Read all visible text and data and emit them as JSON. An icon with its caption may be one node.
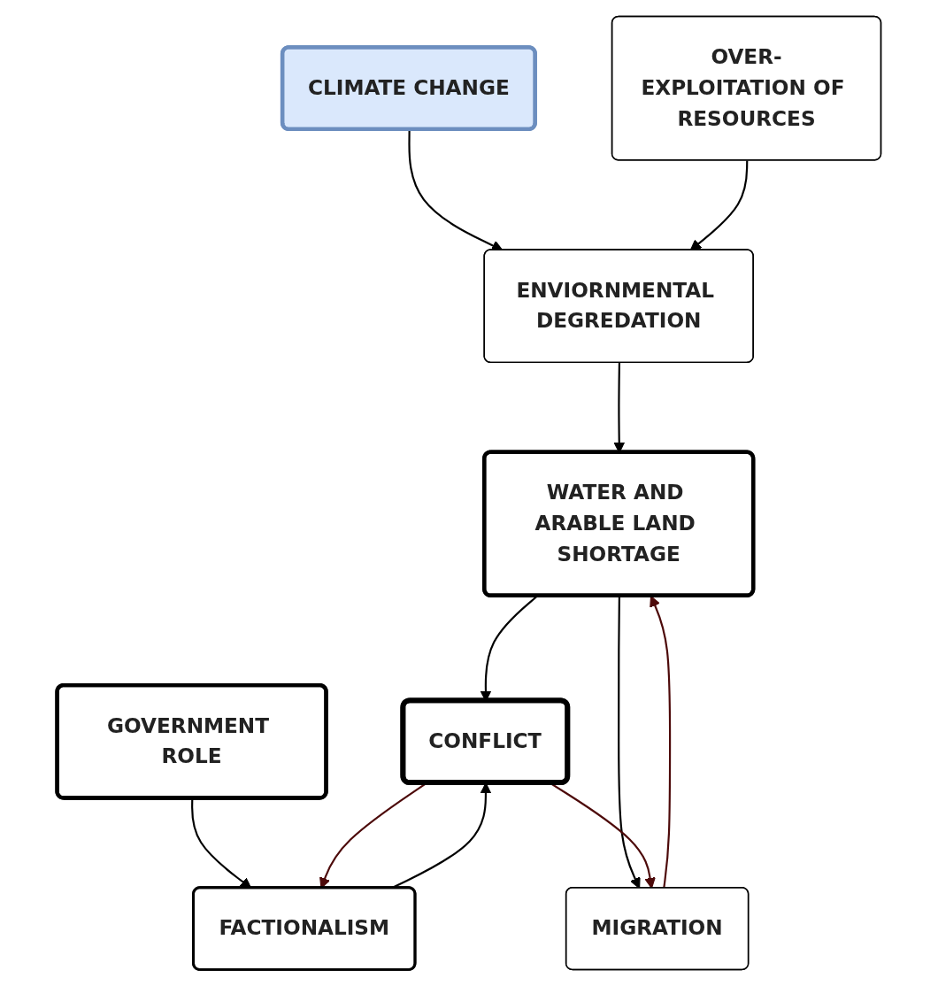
{
  "diagram": {
    "nodes": [
      {
        "text": [
          "CLIMATE CHANGE"
        ]
      },
      {
        "text": [
          "GOVERNMENT ROLE"
        ]
      },
      {
        "text": [
          "ENVIORNMENTAL DEGREDATION"
        ]
      },
      {
        "text": [
          "OVER-EXPLOITATION OF RESOURCES"
        ]
      },
      {
        "text": [
          "WATER AND ARABLE LAND SHORTAGE"
        ]
      },
      {
        "text": [
          "FACTIONALISM"
        ]
      },
      {
        "text": [
          "MIGRATION"
        ]
      },
      {
        "text": [
          "CONFLICT"
        ]
      }
    ],
    "edges": [
      {
        "from": 0,
        "to": 2,
        "arrow": "to"
      },
      {
        "from": 3,
        "to": 2,
        "arrow": "to"
      },
      {
        "from": 2,
        "to": 4,
        "arrow": "to"
      },
      {
        "from": 1,
        "to": 5,
        "arrow": "to"
      },
      {
        "from": 4,
        "to": 7,
        "arrow": "to"
      },
      {
        "from": 4,
        "to": 6,
        "arrow": "to"
      },
      {
        "from": 6,
        "to": 4,
        "arrow": "to",
        "color": "#4d0a0a"
      },
      {
        "from": 7,
        "to": 5,
        "arrow": "to",
        "color": "#4d0a0a"
      },
      {
        "from": 7,
        "to": 6,
        "arrow": "to",
        "color": "#4d0a0a"
      },
      {
        "from": 5,
        "to": 7,
        "arrow": "to"
      }
    ]
  }
}
